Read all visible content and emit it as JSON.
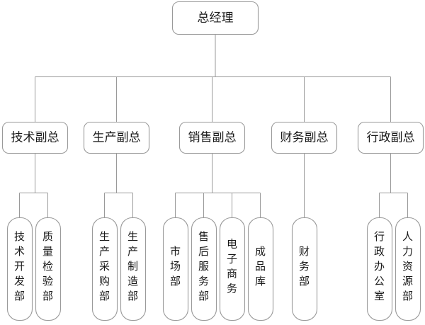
{
  "chart": {
    "title_node": {
      "id": "gm",
      "label": "总经理",
      "orientation": "horizontal"
    },
    "level2": [
      {
        "id": "vp-tech",
        "label": "技术副总"
      },
      {
        "id": "vp-prod",
        "label": "生产副总"
      },
      {
        "id": "vp-sales",
        "label": "销售副总"
      },
      {
        "id": "vp-fin",
        "label": "财务副总"
      },
      {
        "id": "vp-admin",
        "label": "行政副总"
      }
    ],
    "level3": [
      {
        "id": "dept-tech-dev",
        "parent": "vp-tech",
        "label": "技术开发部"
      },
      {
        "id": "dept-quality",
        "parent": "vp-tech",
        "label": "质量检验部"
      },
      {
        "id": "dept-purchase",
        "parent": "vp-prod",
        "label": "生产采购部"
      },
      {
        "id": "dept-manufacture",
        "parent": "vp-prod",
        "label": "生产制造部"
      },
      {
        "id": "dept-market",
        "parent": "vp-sales",
        "label": "市场部"
      },
      {
        "id": "dept-aftersales",
        "parent": "vp-sales",
        "label": "售后服务部"
      },
      {
        "id": "dept-ecommerce",
        "parent": "vp-sales",
        "label": "电子商务"
      },
      {
        "id": "dept-warehouse",
        "parent": "vp-sales",
        "label": "成品库"
      },
      {
        "id": "dept-finance",
        "parent": "vp-fin",
        "label": "财务部"
      },
      {
        "id": "dept-admin-office",
        "parent": "vp-admin",
        "label": "行政办公室"
      },
      {
        "id": "dept-hr",
        "parent": "vp-admin",
        "label": "人力资源部"
      }
    ],
    "colors": {
      "box_stroke": "#9a9a9a",
      "box_fill": "#ffffff",
      "connector": "#9a9a9a",
      "text": "#1a1a1a",
      "background": "#ffffff"
    }
  }
}
